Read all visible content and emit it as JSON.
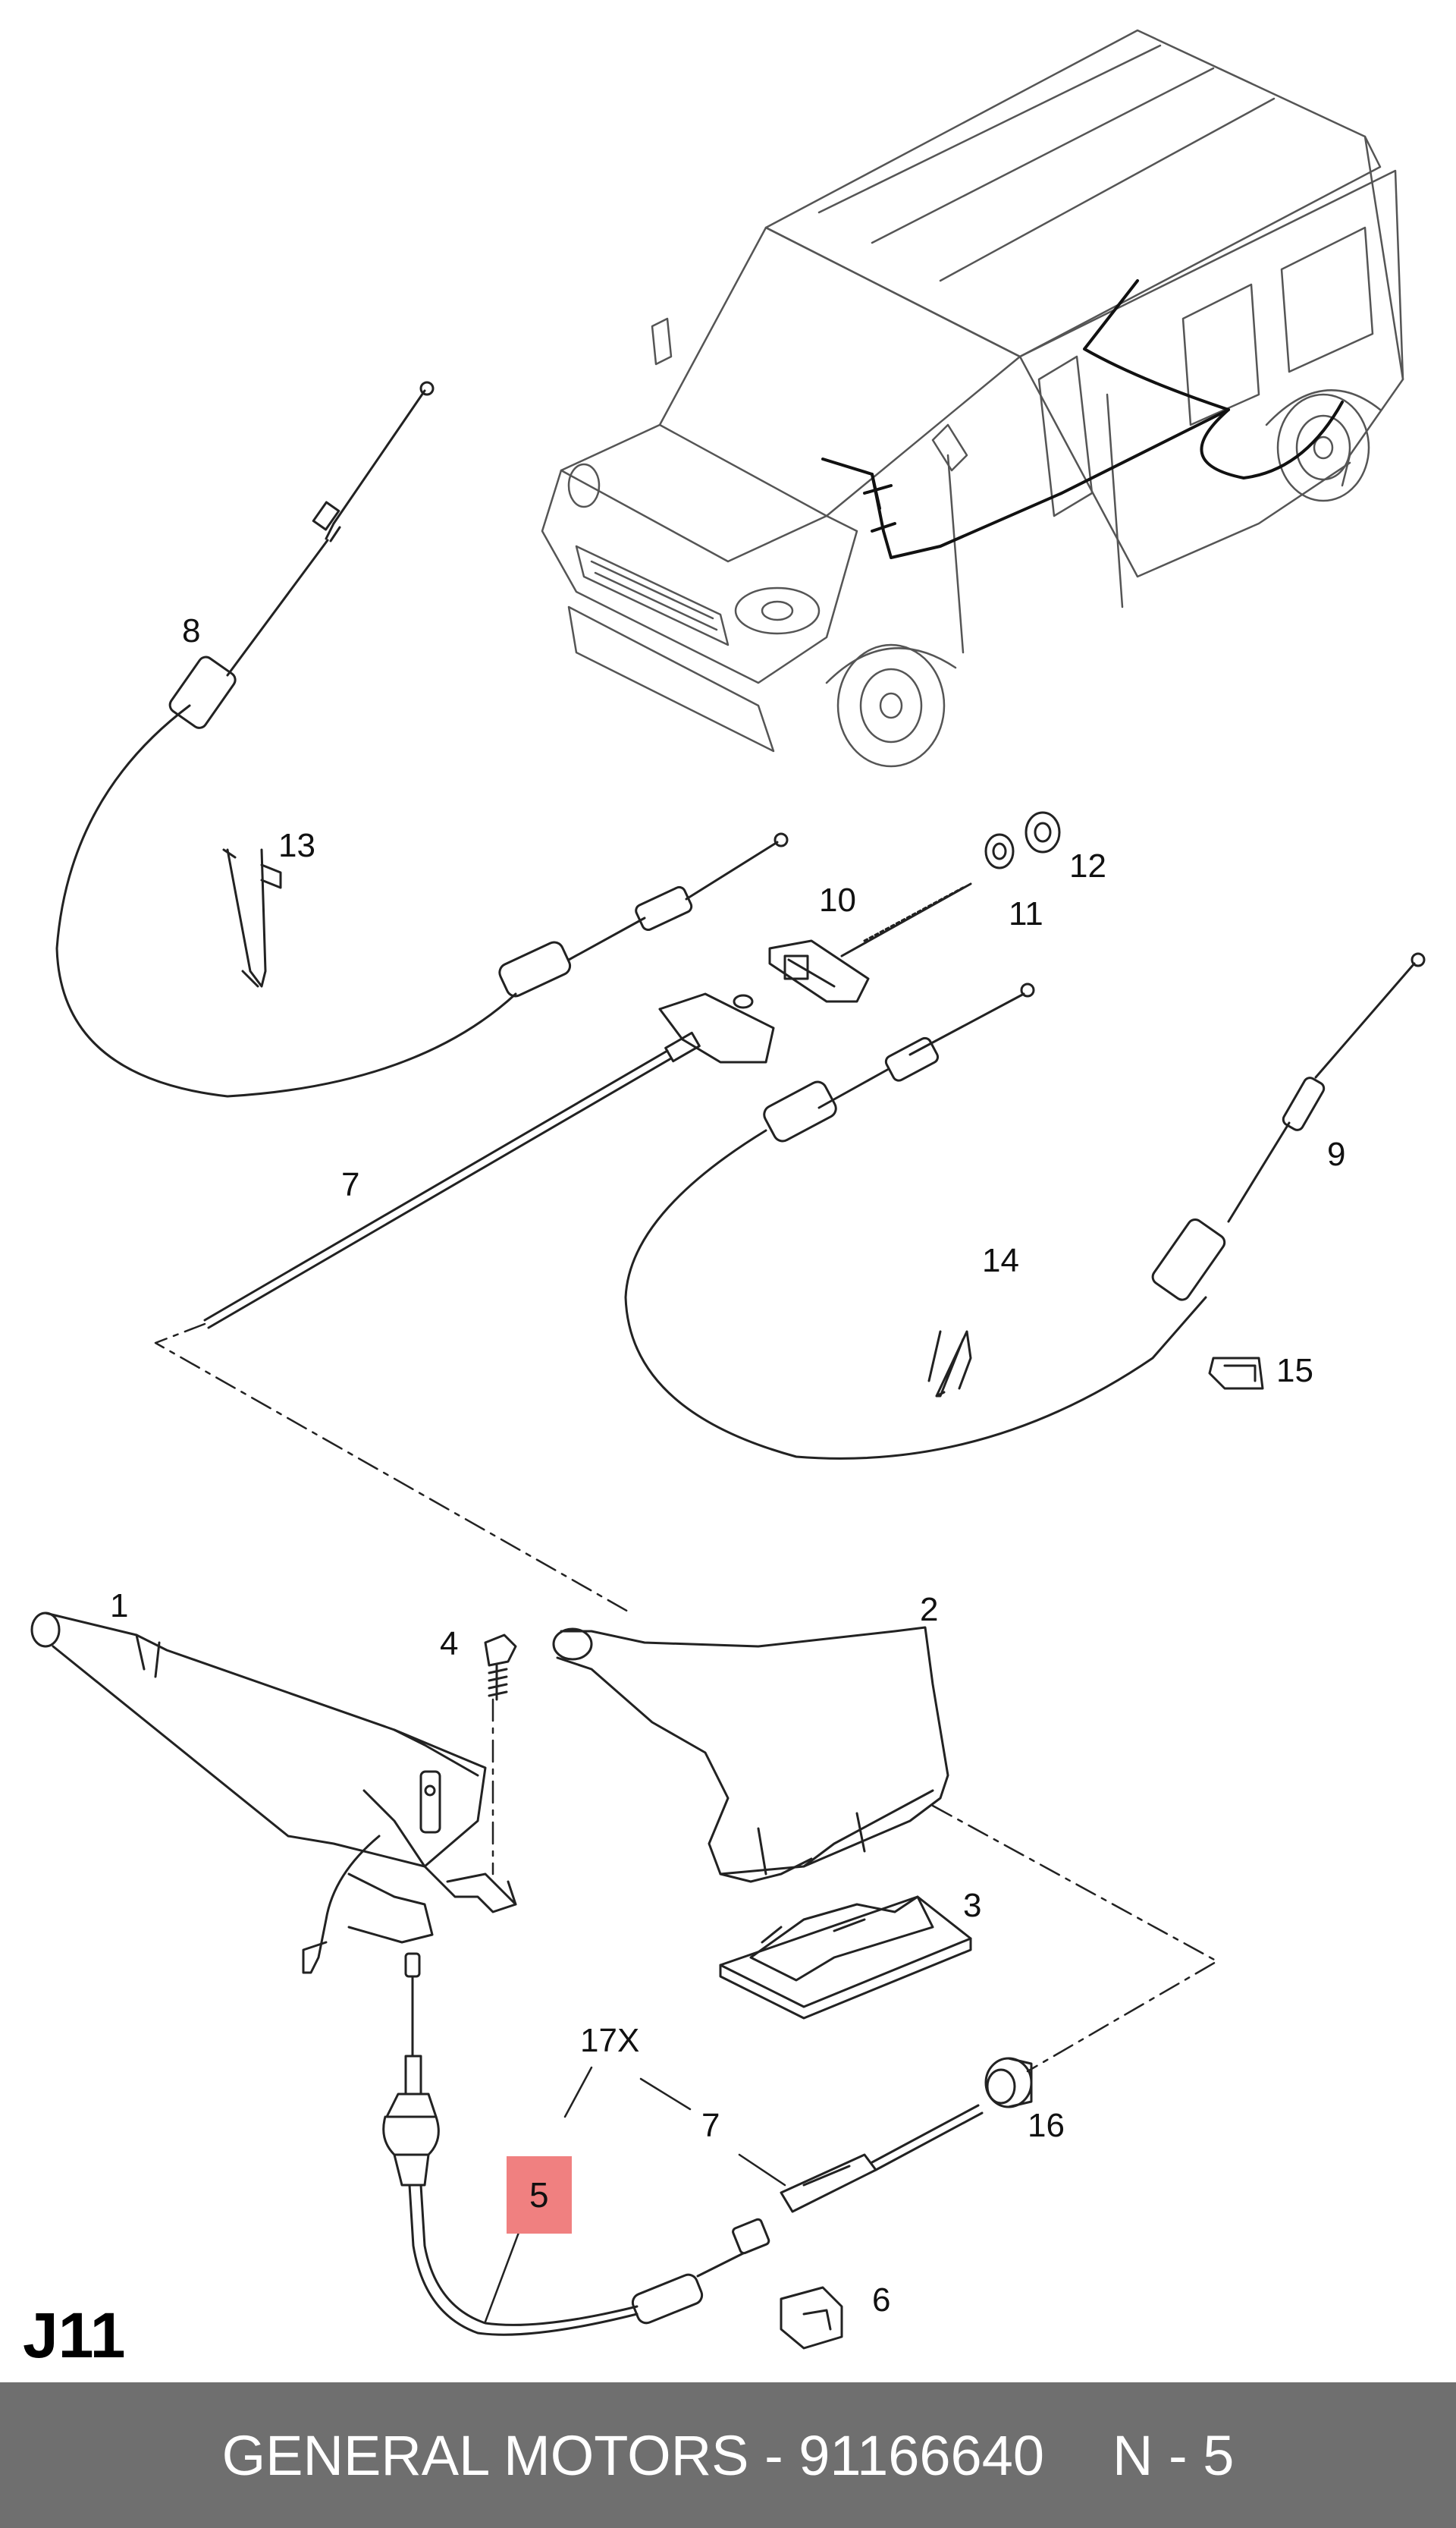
{
  "diagram": {
    "page_code": "J11",
    "callouts": {
      "c1": "1",
      "c2": "2",
      "c3": "3",
      "c4": "4",
      "c5": "5",
      "c6": "6",
      "c7a": "7",
      "c7b": "7",
      "c8": "8",
      "c9": "9",
      "c10": "10",
      "c11": "11",
      "c12": "12",
      "c13": "13",
      "c14": "14",
      "c15": "15",
      "c16": "16",
      "c17": "17X"
    },
    "highlight_color": "#f08080"
  },
  "footer": {
    "brand_part": "GENERAL MOTORS - 91166640",
    "qty": "N - 5",
    "background": "#6f6f6f"
  }
}
